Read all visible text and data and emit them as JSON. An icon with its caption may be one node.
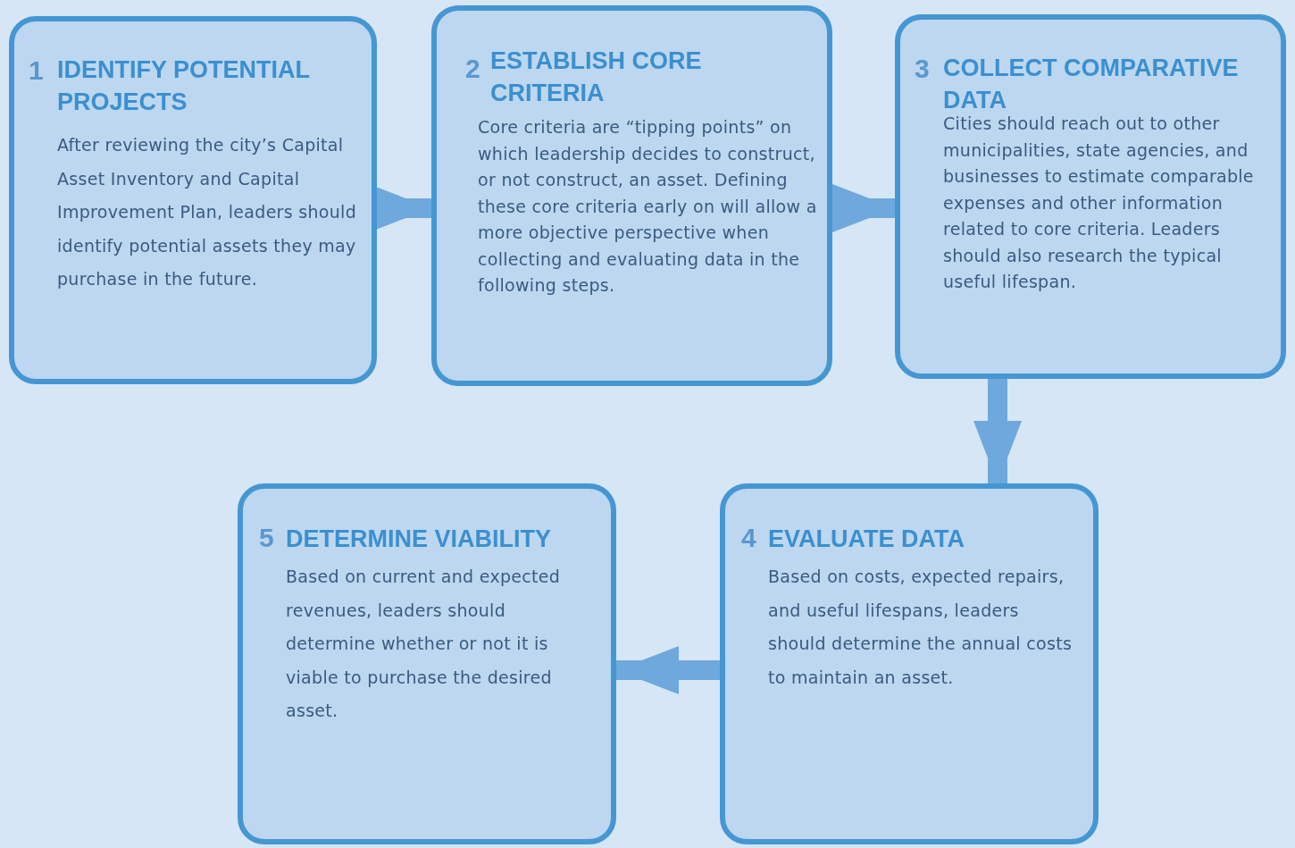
{
  "diagram": {
    "nodes": [
      {
        "text": [
          "1",
          "IDENTIFY POTENTIAL PROJECTS",
          "After reviewing the city’s Capital Asset Inventory and Capital Improvement Plan, leaders should identify potential assets they may purchase in the future."
        ]
      },
      {
        "text": [
          "2",
          "ESTABLISH CORE CRITERIA",
          "Core criteria are “tipping points” on which leadership decides to construct, or not construct, an asset. Defining these core criteria early on will allow a more objective perspective when collecting and evaluating data in the following steps."
        ]
      },
      {
        "text": [
          "3",
          "COLLECT COMPARATIVE DATA",
          "Cities should reach out to other municipalities, state agencies, and businesses to estimate comparable expenses and other information related to core criteria. Leaders should also research the typical useful lifespan."
        ]
      },
      {
        "text": [
          "4",
          "EVALUATE DATA",
          "Based on costs, expected repairs, and useful lifespans, leaders should determine the annual costs to maintain an asset."
        ]
      },
      {
        "text": [
          "5",
          "DETERMINE VIABILITY",
          "Based on current and expected revenues, leaders should determine whether or not it is viable to purchase the desired asset."
        ]
      }
    ],
    "edges": [
      {
        "from": 0,
        "to": 1,
        "arrow": "to"
      },
      {
        "from": 1,
        "to": 2,
        "arrow": "to"
      },
      {
        "from": 2,
        "to": 3,
        "arrow": "to"
      },
      {
        "from": 3,
        "to": 4,
        "arrow": "to"
      }
    ]
  }
}
